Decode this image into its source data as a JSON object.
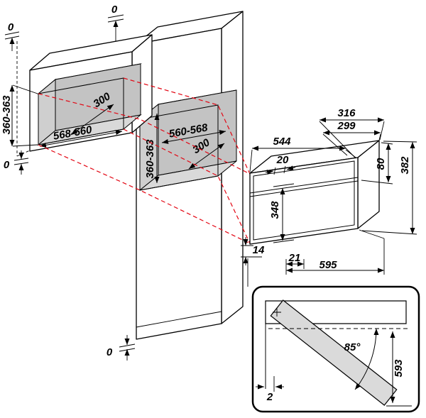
{
  "diagram": {
    "wall_cabinet": {
      "gap_top": "0",
      "gap_bottom": "0",
      "niche_width": "568-560",
      "niche_depth": "300",
      "niche_height": "360-363"
    },
    "tall_cabinet": {
      "gap_top": "0",
      "gap_bottom": "0",
      "niche_width": "560-568",
      "niche_depth": "300",
      "niche_height": "360-363"
    },
    "appliance": {
      "depth_total": "316",
      "depth_body": "299",
      "width_body": "544",
      "top_offset": "20",
      "panel_height": "80",
      "height_total": "382",
      "front_height": "348",
      "gap_bottom": "14",
      "frame_bottom": "21",
      "width_total": "595"
    },
    "door_detail": {
      "opening_angle": "85°",
      "door_projection": "593",
      "front_gap": "2"
    },
    "colors": {
      "line": "#000000",
      "projection_red": "#e30613",
      "niche_gray": "#c3c3c3",
      "door_gray": "#dadada"
    }
  }
}
